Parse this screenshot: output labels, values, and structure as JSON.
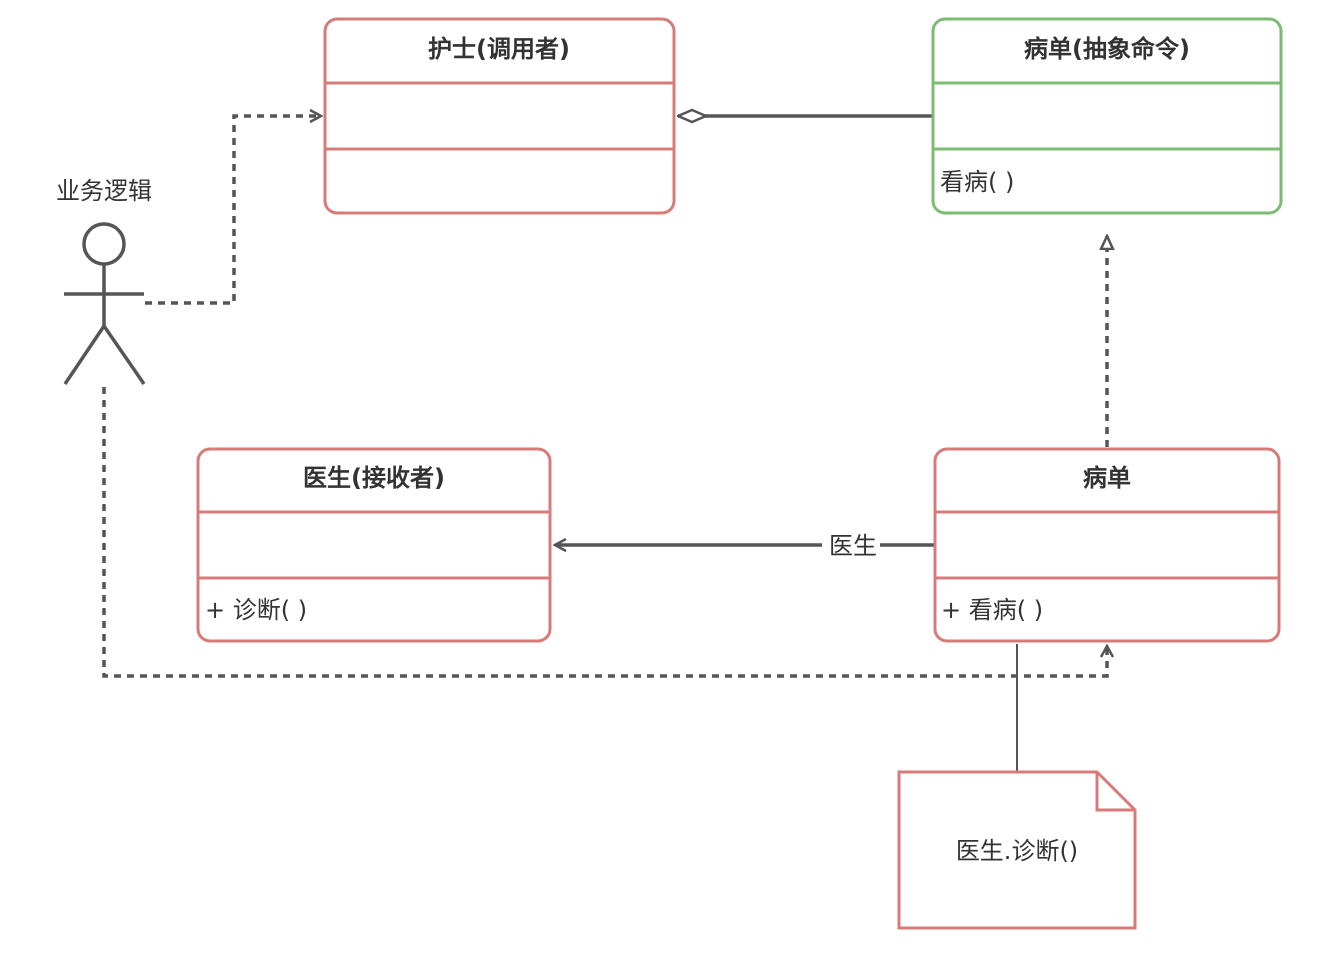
{
  "diagram": {
    "type": "uml-class-diagram",
    "colors": {
      "class_border": "#d77b78",
      "abstract_border": "#7dbb73",
      "line": "#555555",
      "text": "#333333"
    },
    "actor": {
      "label": "业务逻辑"
    },
    "classes": {
      "nurse": {
        "title": "护士(调用者)",
        "attributes": "",
        "operations": ""
      },
      "abstract_command": {
        "title": "病单(抽象命令)",
        "attributes": "",
        "operations": "看病( )"
      },
      "doctor": {
        "title": "医生(接收者)",
        "attributes": "",
        "operations": "+  诊断( )"
      },
      "command": {
        "title": "病单",
        "attributes": "",
        "operations": "+  看病( )"
      }
    },
    "relations": {
      "command_to_doctor_label": "医生"
    },
    "note": {
      "text": "医生.诊断()"
    }
  }
}
